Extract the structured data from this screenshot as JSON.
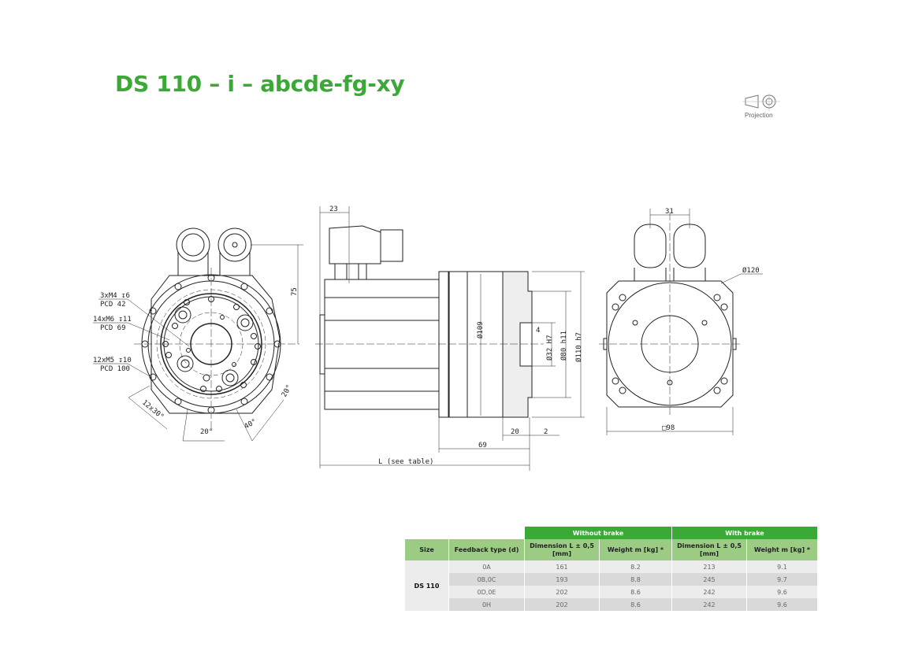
{
  "title": "DS 110 – i – abcde-fg-xy",
  "projection_label": "Projection",
  "front_view": {
    "callouts": [
      {
        "line1": "3xM4 ↧6",
        "line2": "PCD 42"
      },
      {
        "line1": "14xM6 ↧11",
        "line2": "PCD 69"
      },
      {
        "line1": "12xM5 ↧10",
        "line2": "PCD 100"
      }
    ],
    "dim_height": "75",
    "angles": [
      "12x30°",
      "20°",
      "40°",
      "20°"
    ]
  },
  "side_view": {
    "dim_connector": "23",
    "dia_flange": "Ø109",
    "dia_bore": "Ø32 H7",
    "dia_pilot": "Ø80 h11",
    "dia_outer": "Ø110 h7",
    "dim_depth": "4",
    "dim_20": "20",
    "dim_2": "2",
    "dim_69": "69",
    "dim_L": "L (see table)"
  },
  "rear_view": {
    "dim_31": "31",
    "dia_120": "Ø120",
    "square_98": "□98"
  },
  "table": {
    "group_headers": [
      "Without brake",
      "With brake"
    ],
    "headers": [
      "Size",
      "Feedback type (d)",
      "Dimension L ± 0,5 [mm]",
      "Weight m [kg] *",
      "Dimension L ± 0,5 [mm]",
      "Weight m [kg] *"
    ],
    "size": "DS 110",
    "rows": [
      [
        "0A",
        "161",
        "8.2",
        "213",
        "9.1"
      ],
      [
        "0B,0C",
        "193",
        "8.8",
        "245",
        "9.7"
      ],
      [
        "0D,0E",
        "202",
        "8.6",
        "242",
        "9.6"
      ],
      [
        "0H",
        "202",
        "8.6",
        "242",
        "9.6"
      ]
    ]
  }
}
